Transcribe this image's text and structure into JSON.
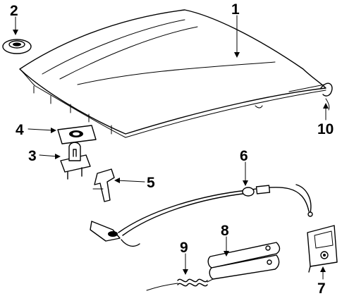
{
  "diagram": {
    "colors": {
      "line": "#000000",
      "background": "#ffffff"
    },
    "callouts": [
      {
        "id": "1",
        "label": "1",
        "part": "hood"
      },
      {
        "id": "2",
        "label": "2",
        "part": "bumper-grommet"
      },
      {
        "id": "3",
        "label": "3",
        "part": "hood-latch-striker"
      },
      {
        "id": "4",
        "label": "4",
        "part": "striker-plate"
      },
      {
        "id": "5",
        "label": "5",
        "part": "safety-catch"
      },
      {
        "id": "6",
        "label": "6",
        "part": "release-cable"
      },
      {
        "id": "7",
        "label": "7",
        "part": "hood-latch"
      },
      {
        "id": "8",
        "label": "8",
        "part": "support-rod"
      },
      {
        "id": "9",
        "label": "9",
        "part": "spring"
      },
      {
        "id": "10",
        "label": "10",
        "part": "hinge-hook"
      }
    ]
  }
}
